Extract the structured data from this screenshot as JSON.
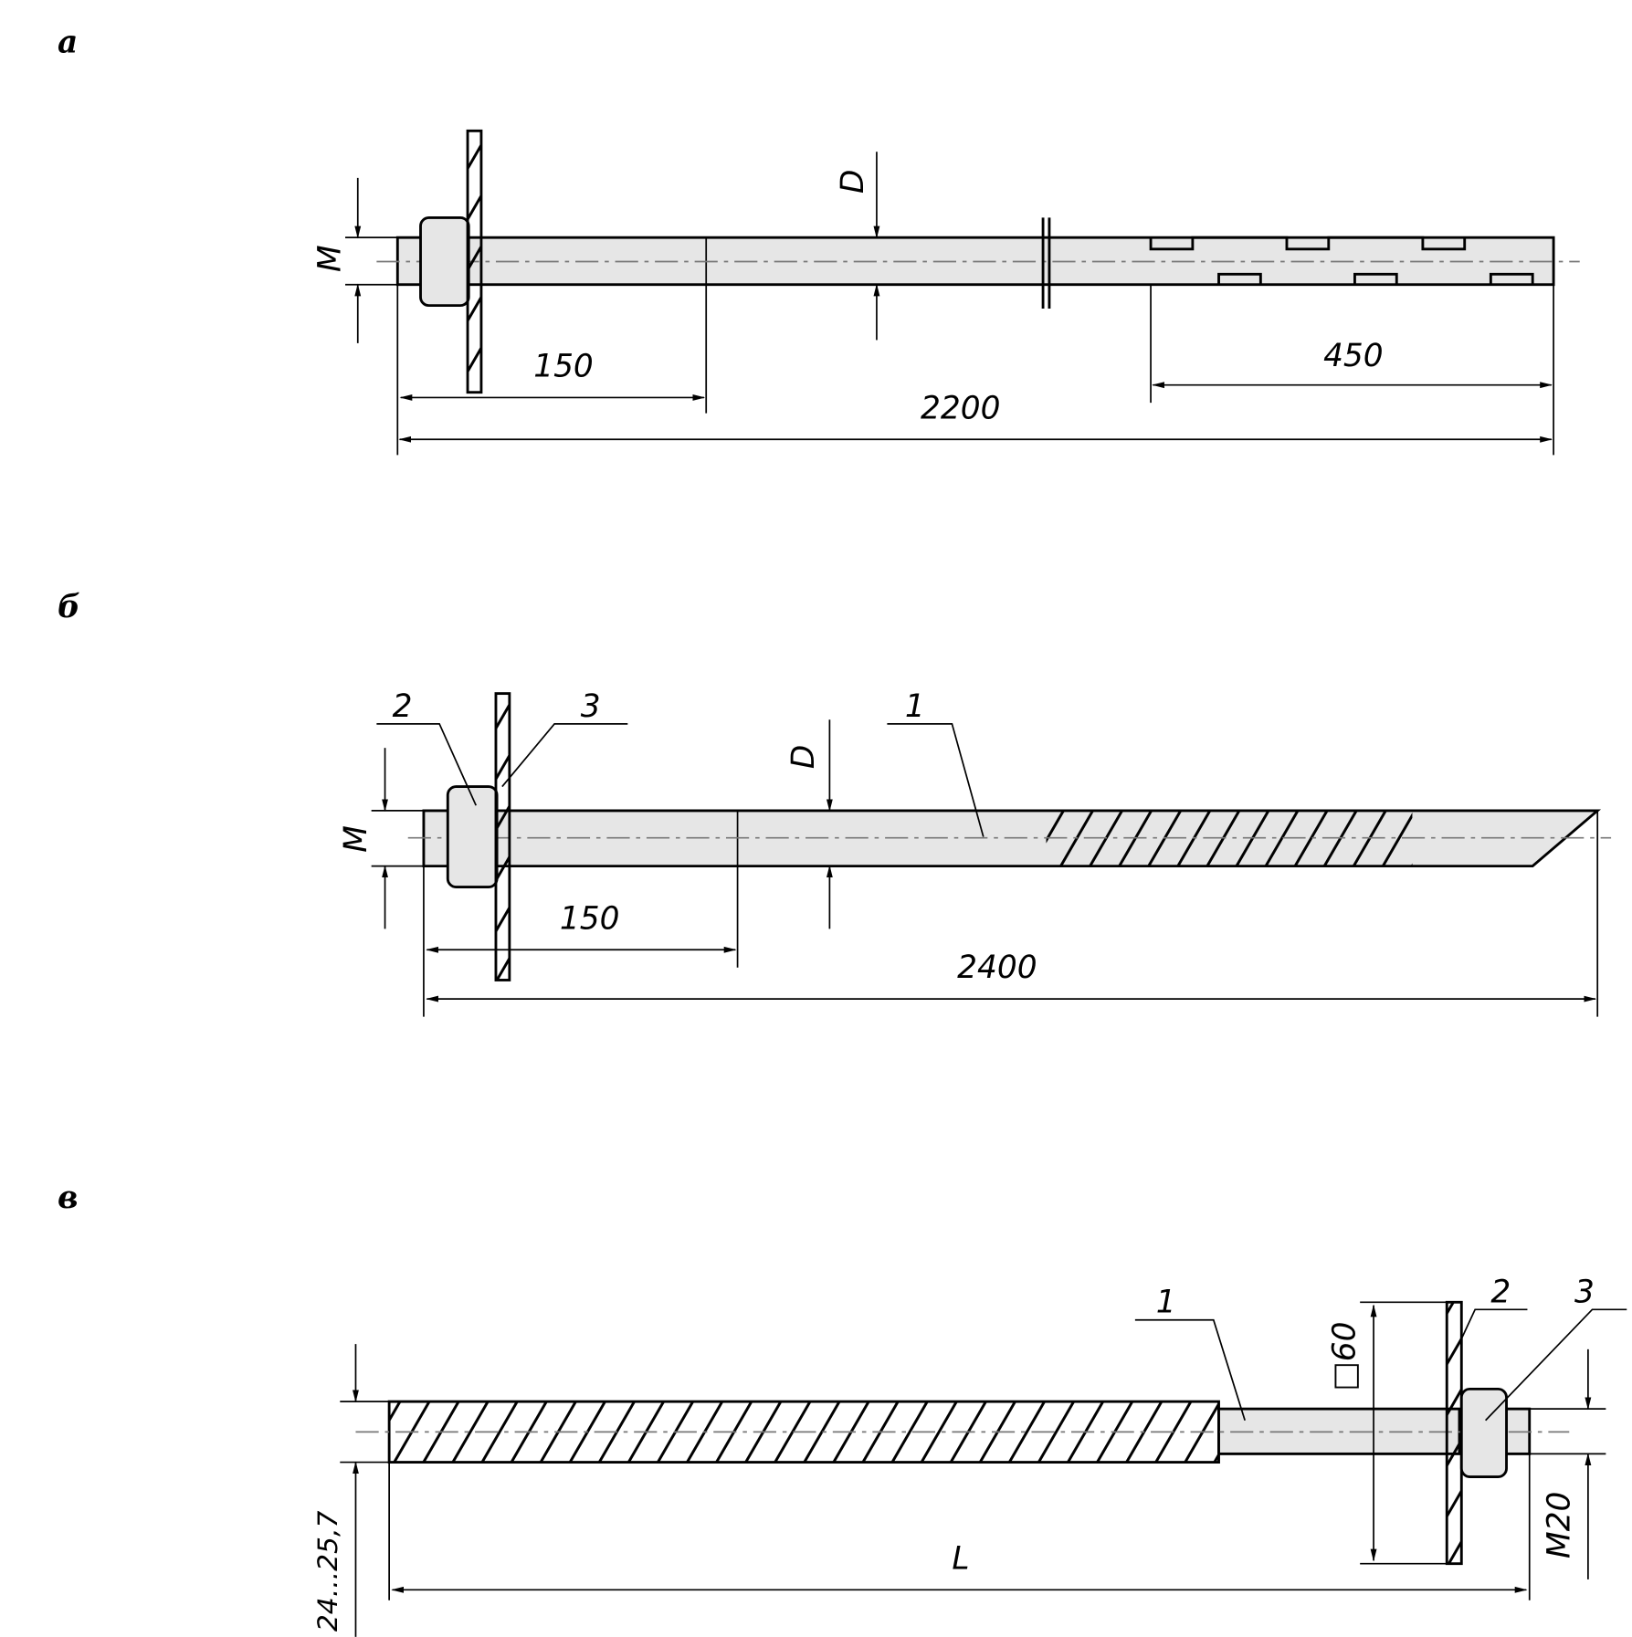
{
  "figures": [
    {
      "label": "а",
      "dims": {
        "m": "M",
        "d": "D",
        "thread": "150",
        "notched": "450",
        "length": "2200"
      }
    },
    {
      "label": "б",
      "dims": {
        "m": "M",
        "d": "D",
        "thread": "150",
        "length": "2400"
      },
      "callouts": [
        "1",
        "2",
        "3"
      ]
    },
    {
      "label": "в",
      "dims": {
        "diameter": "24...25,7",
        "length": "L",
        "plate": "□60",
        "thread": "M20"
      },
      "callouts": [
        "1",
        "2",
        "3"
      ]
    }
  ]
}
